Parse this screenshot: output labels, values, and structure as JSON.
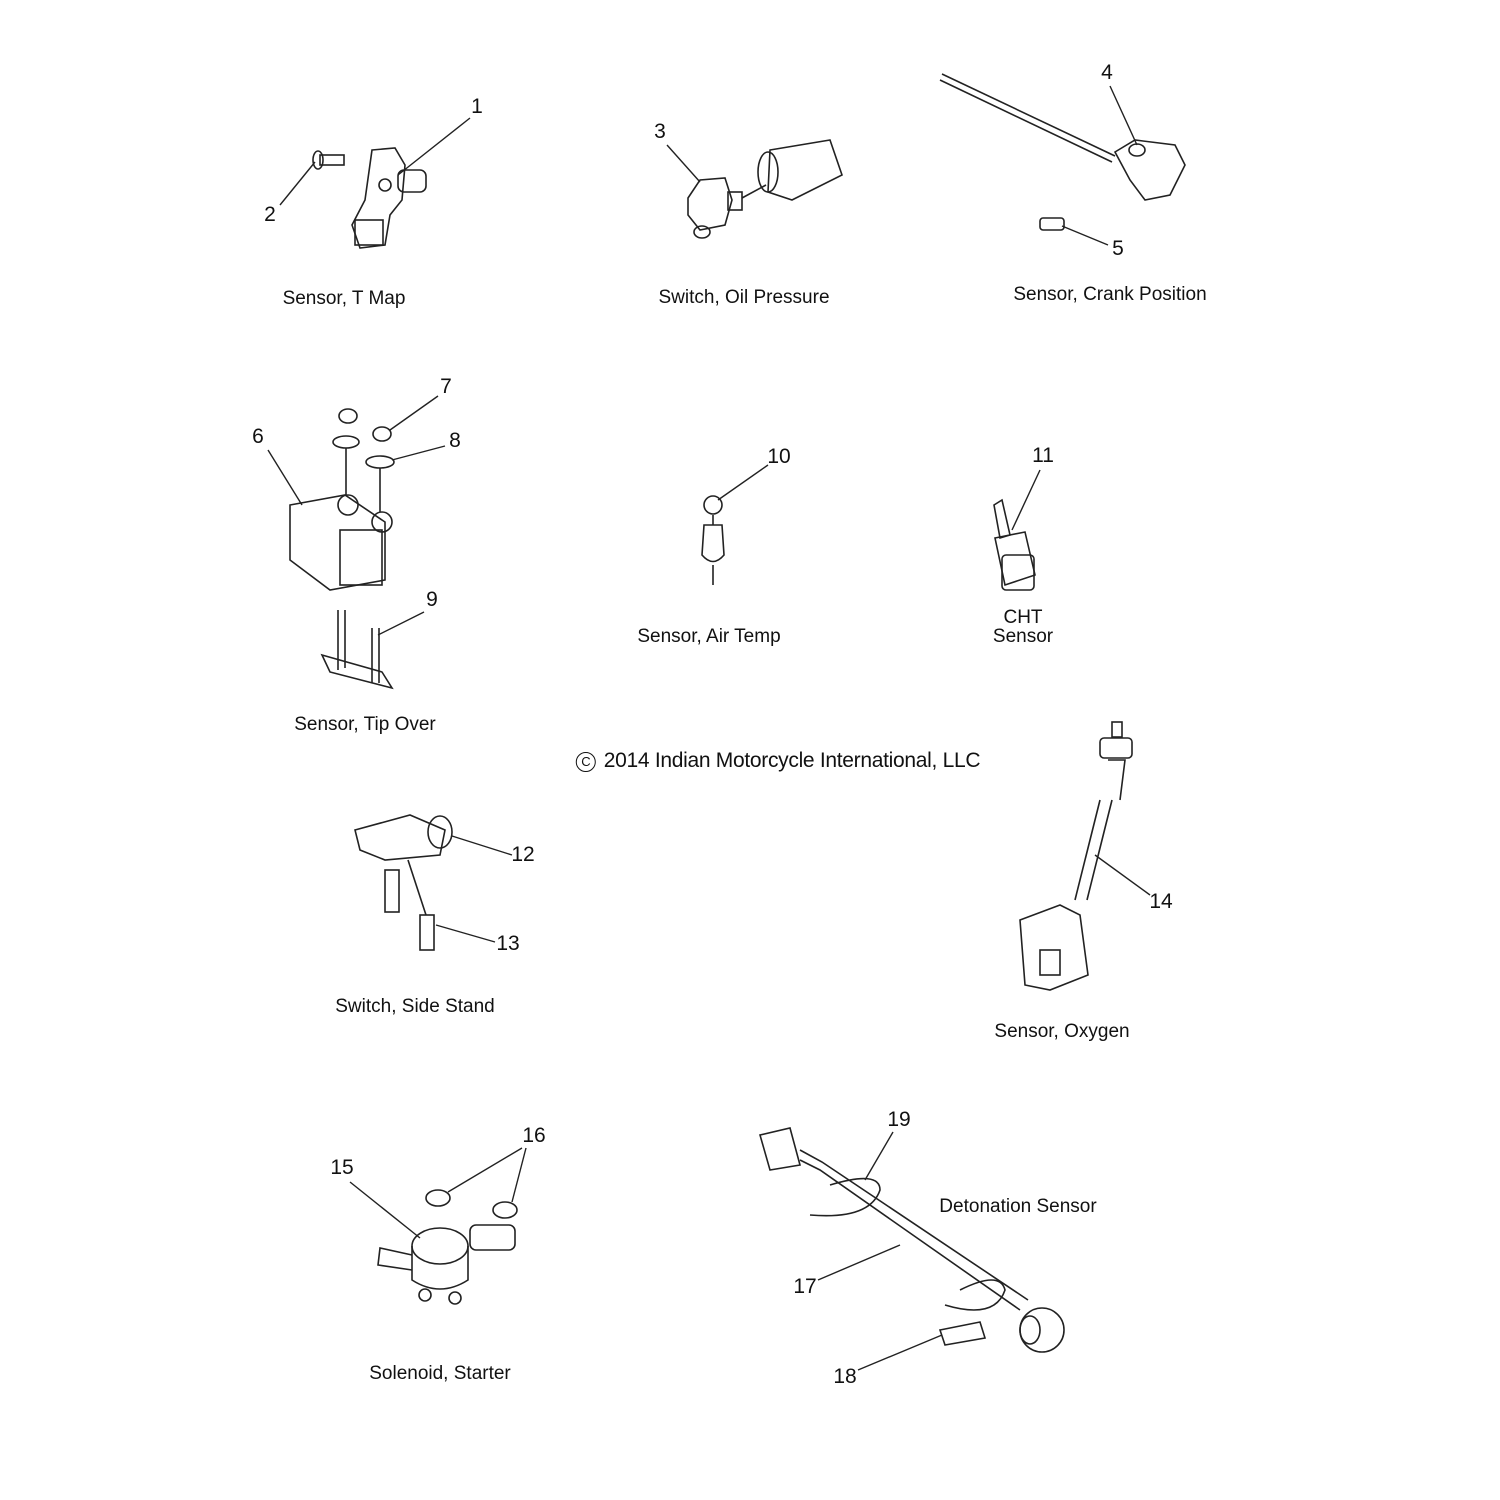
{
  "labels": {
    "tmap": "Sensor, T Map",
    "oil": "Switch, Oil Pressure",
    "crank": "Sensor, Crank Position",
    "tipover": "Sensor, Tip Over",
    "airtemp": "Sensor, Air Temp",
    "cht_line1": "CHT",
    "cht_line2": "Sensor",
    "sidestand": "Switch, Side Stand",
    "oxygen": "Sensor, Oxygen",
    "solenoid": "Solenoid, Starter",
    "detonation": "Detonation Sensor"
  },
  "copyright": {
    "symbol": "C",
    "text": "2014 Indian Motorcycle International, LLC"
  },
  "callouts": [
    "1",
    "2",
    "3",
    "4",
    "5",
    "6",
    "7",
    "8",
    "9",
    "10",
    "11",
    "12",
    "13",
    "14",
    "15",
    "16",
    "17",
    "18",
    "19"
  ]
}
